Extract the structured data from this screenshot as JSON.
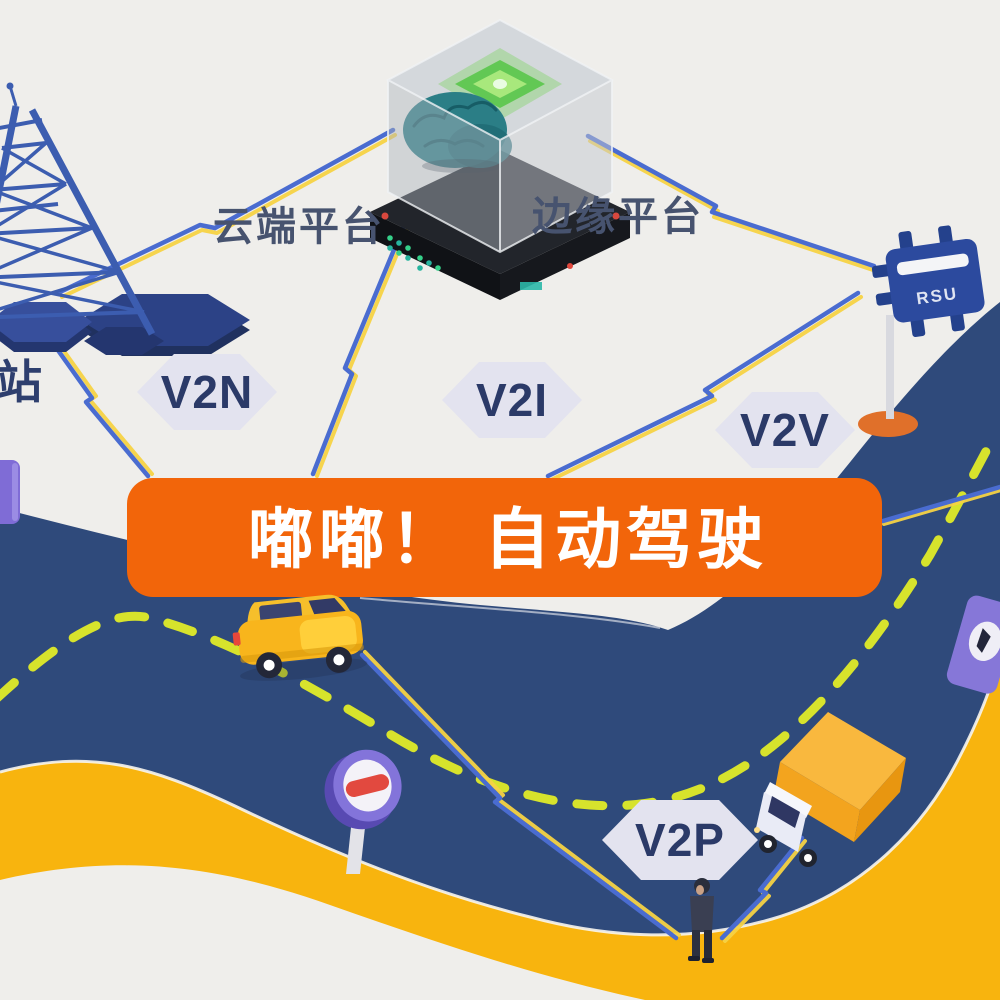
{
  "banner": {
    "text": "嘟嘟！ 自动驾驶"
  },
  "platforms": {
    "cloud": "云端平台",
    "edge": "边缘平台"
  },
  "base_station": {
    "label": "站"
  },
  "rsu": {
    "label": "RSU"
  },
  "badges": {
    "v2n": "V2N",
    "v2i": "V2I",
    "v2v": "V2V",
    "v2p": "V2P"
  },
  "colors": {
    "background": "#efeeeb",
    "road": "#2f4a7b",
    "shoulder_yellow": "#f8b40e",
    "lane_dash": "#d7e32c",
    "banner_orange": "#f2650a",
    "banner_text": "#ffffff",
    "badge_bg": "#e3e3ef",
    "badge_text": "#2b3a68",
    "bolt_blue": "#4a6cd0",
    "bolt_yellow": "#f6d244",
    "rsu_blue": "#2c4a9e",
    "sign_purple": "#8374da",
    "sign_red": "#e2493f",
    "taxi_yellow": "#f8b51c",
    "truck_orange": "#f3a41e",
    "tower_blue": "#3c5db0",
    "brain_teal": "#2b7e86",
    "chip_green": "#55c544"
  }
}
